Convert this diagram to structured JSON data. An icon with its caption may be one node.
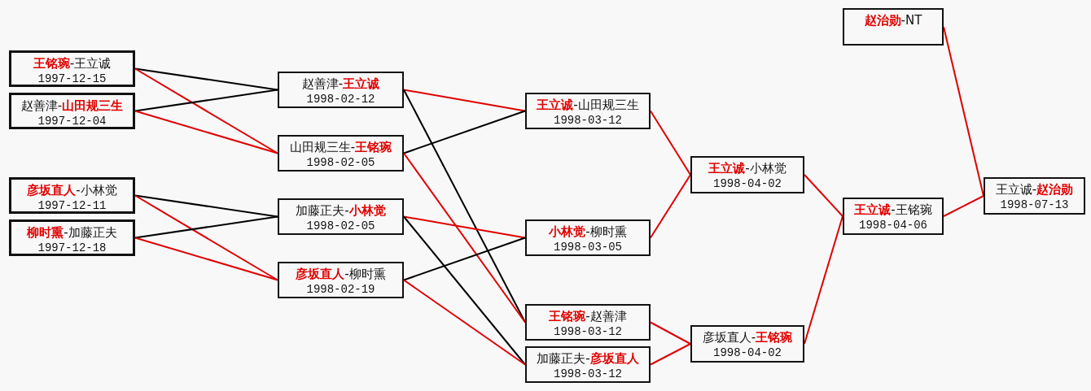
{
  "diagram": {
    "nodes": [
      {
        "text": [
          "**王铭琬**-王立诚",
          "1997-12-15"
        ]
      },
      {
        "text": [
          "赵善津-**山田规三生**",
          "1997-12-04"
        ]
      },
      {
        "text": [
          "**彦坂直人**-小林觉",
          "1997-12-11"
        ]
      },
      {
        "text": [
          "**柳时熏**-加藤正夫",
          "1997-12-18"
        ]
      },
      {
        "text": [
          "赵善津-**王立诚**",
          "1998-02-12"
        ]
      },
      {
        "text": [
          "山田规三生-**王铭琬**",
          "1998-02-05"
        ]
      },
      {
        "text": [
          "加藤正夫-**小林觉**",
          "1998-02-05"
        ]
      },
      {
        "text": [
          "**彦坂直人**-柳时熏",
          "1998-02-19"
        ]
      },
      {
        "text": [
          "**王立诚**-山田规三生",
          "1998-03-12"
        ]
      },
      {
        "text": [
          "**小林觉**-柳时熏",
          "1998-03-05"
        ]
      },
      {
        "text": [
          "**王铭琬**-赵善津",
          "1998-03-12"
        ]
      },
      {
        "text": [
          "加藤正夫-**彦坂直人**",
          "1998-03-12"
        ]
      },
      {
        "text": [
          "**王立诚**-小林觉",
          "1998-04-02"
        ]
      },
      {
        "text": [
          "彦坂直人-**王铭琬**",
          "1998-04-02"
        ]
      },
      {
        "text": [
          "**赵治勋**-NT"
        ]
      },
      {
        "text": [
          "**王立诚**-王铭琬",
          "1998-04-06"
        ]
      },
      {
        "text": [
          "王立诚-**赵治勋**",
          "1998-07-13"
        ]
      }
    ],
    "edges": [
      {
        "from": 0,
        "to": 4,
        "arrow": "none",
        "color": "#000000"
      },
      {
        "from": 0,
        "to": 5,
        "arrow": "none"
      },
      {
        "from": 1,
        "to": 4,
        "arrow": "none",
        "color": "#000000"
      },
      {
        "from": 1,
        "to": 5,
        "arrow": "none"
      },
      {
        "from": 2,
        "to": 6,
        "arrow": "none",
        "color": "#000000"
      },
      {
        "from": 2,
        "to": 7,
        "arrow": "none"
      },
      {
        "from": 3,
        "to": 6,
        "arrow": "none",
        "color": "#000000"
      },
      {
        "from": 3,
        "to": 7,
        "arrow": "none"
      },
      {
        "from": 4,
        "to": 8,
        "arrow": "none"
      },
      {
        "from": 4,
        "to": 10,
        "arrow": "none",
        "color": "#000000"
      },
      {
        "from": 5,
        "to": 8,
        "arrow": "none",
        "color": "#000000"
      },
      {
        "from": 5,
        "to": 10,
        "arrow": "none"
      },
      {
        "from": 6,
        "to": 9,
        "arrow": "none"
      },
      {
        "from": 6,
        "to": 11,
        "arrow": "none",
        "color": "#000000"
      },
      {
        "from": 7,
        "to": 9,
        "arrow": "none",
        "color": "#000000"
      },
      {
        "from": 7,
        "to": 11,
        "arrow": "none"
      },
      {
        "from": 8,
        "to": 12,
        "arrow": "none"
      },
      {
        "from": 9,
        "to": 12,
        "arrow": "none"
      },
      {
        "from": 10,
        "to": 13,
        "arrow": "none"
      },
      {
        "from": 11,
        "to": 13,
        "arrow": "none"
      },
      {
        "from": 12,
        "to": 15,
        "arrow": "none"
      },
      {
        "from": 13,
        "to": 15,
        "arrow": "none"
      },
      {
        "from": 14,
        "to": 16,
        "arrow": "none"
      },
      {
        "from": 15,
        "to": 16,
        "arrow": "none"
      }
    ]
  }
}
